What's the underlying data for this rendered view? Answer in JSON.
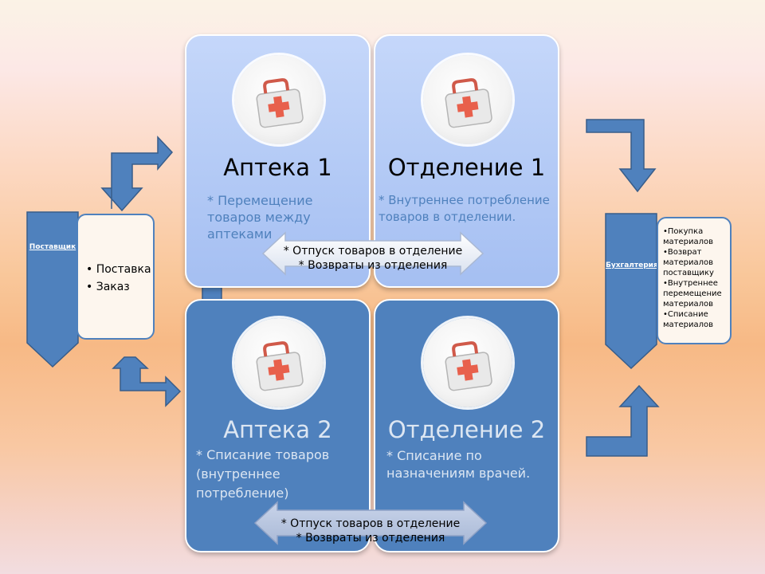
{
  "diagram": {
    "supplier": {
      "label": "Поставщик",
      "items": [
        "Поставка",
        "Заказ"
      ]
    },
    "accounting": {
      "label": "Бухгалтерия",
      "items": [
        "Покупка материалов",
        "Возврат материалов поставщику",
        "Внутреннее перемещение материалов",
        "Списание материалов"
      ]
    },
    "boxes": [
      {
        "title": "Аптека 1",
        "text": "* Перемещение\nтоваров между\nаптеками"
      },
      {
        "title": "Отделение 1",
        "text": "* Внутреннее потребление\nтоваров в отделении."
      },
      {
        "title": "Аптека 2",
        "text": "* Списание товаров\n(внутреннее\nпотребление)"
      },
      {
        "title": "Отделение 2",
        "text": "* Списание по\nназначениям врачей."
      }
    ],
    "arrows": {
      "top_exchange": "* Отпуск товаров в отделение\n* Возвраты из отделения",
      "bottom_exchange": "* Отпуск товаров в отделение\n* Возвраты из отделения"
    },
    "colors": {
      "accent": "#4f81bd",
      "light_box": "#b6ccf6",
      "kit_red": "#e8604c"
    },
    "icons": {
      "box_icon": "first-aid-kit-icon"
    }
  }
}
